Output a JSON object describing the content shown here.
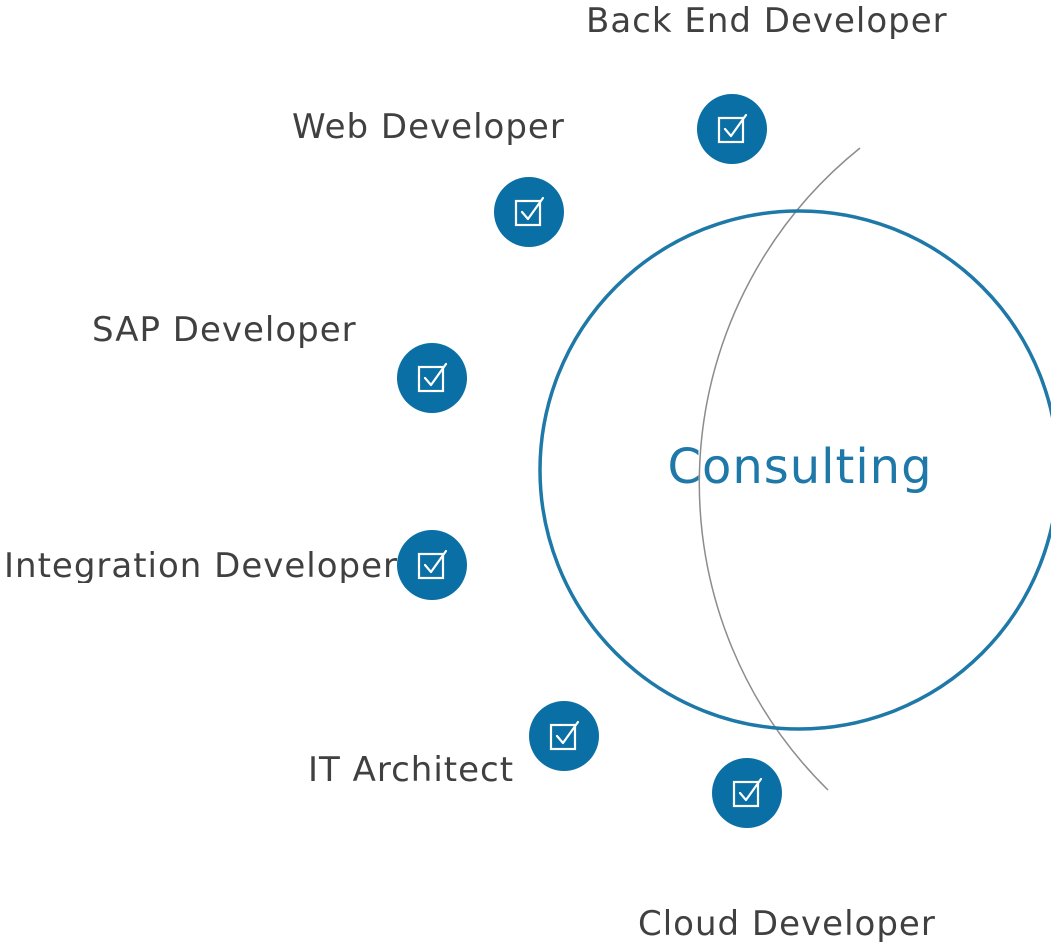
{
  "center": {
    "label": "Consulting"
  },
  "roles": [
    {
      "label": "Back End Developer",
      "icon": "checkbox-check-icon"
    },
    {
      "label": "Web Developer",
      "icon": "checkbox-check-icon"
    },
    {
      "label": "SAP Developer",
      "icon": "checkbox-check-icon"
    },
    {
      "label": "Integration Developer",
      "icon": "checkbox-check-icon"
    },
    {
      "label": "IT Architect",
      "icon": "checkbox-check-icon"
    },
    {
      "label": "Cloud Developer",
      "icon": "checkbox-check-icon"
    }
  ],
  "colors": {
    "accent": "#0a6fa4",
    "center_ring": "#1e78a8",
    "arc": "#8c8c8c",
    "text": "#404040"
  }
}
